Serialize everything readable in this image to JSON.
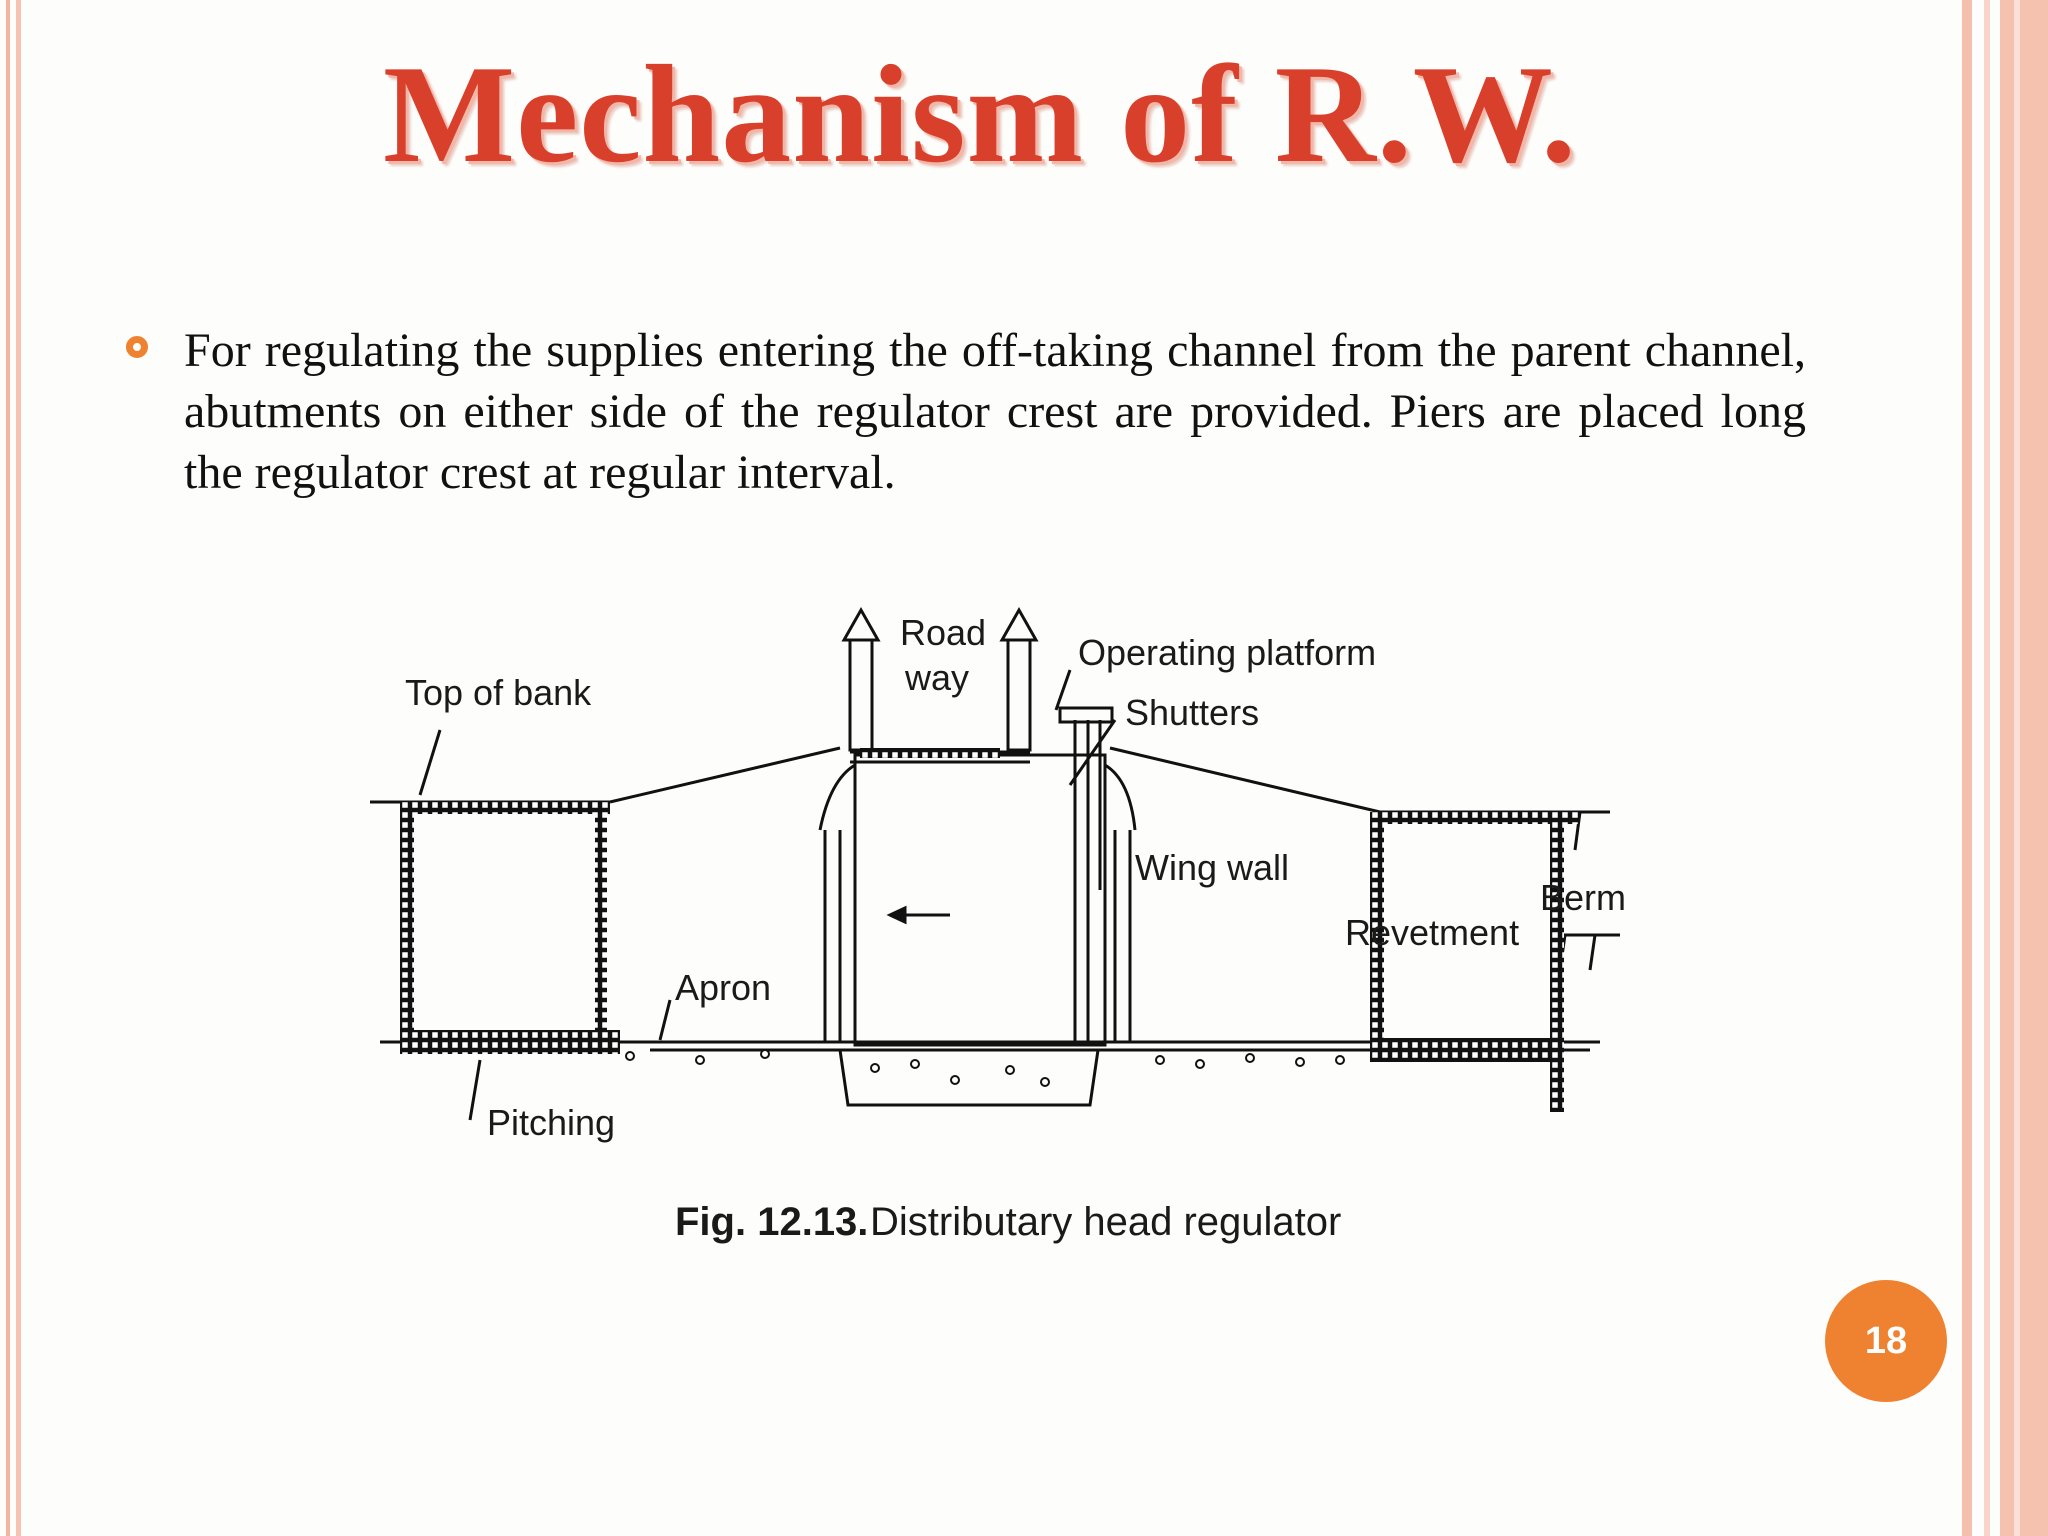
{
  "slide": {
    "title": "Mechanism of R.W.",
    "bullet_text": "For regulating the supplies entering the off-taking channel from the parent channel, abutments on either side of the regulator crest are provided. Piers are placed long the regulator crest at regular interval.",
    "page_number": "18"
  },
  "figure": {
    "labels": {
      "top_of_bank": "Top of bank",
      "road": "Road",
      "way": "way",
      "operating_platform": "Operating platform",
      "shutters": "Shutters",
      "wing_wall": "Wing wall",
      "revetment": "Revetment",
      "berm": "Berm",
      "apron": "Apron",
      "pitching": "Pitching"
    },
    "caption_bold": "Fig. 12.13.",
    "caption_text": "Distributary head regulator"
  },
  "colors": {
    "title": "#d9402c",
    "accent": "#ef8230",
    "border": "#f3b59f"
  }
}
